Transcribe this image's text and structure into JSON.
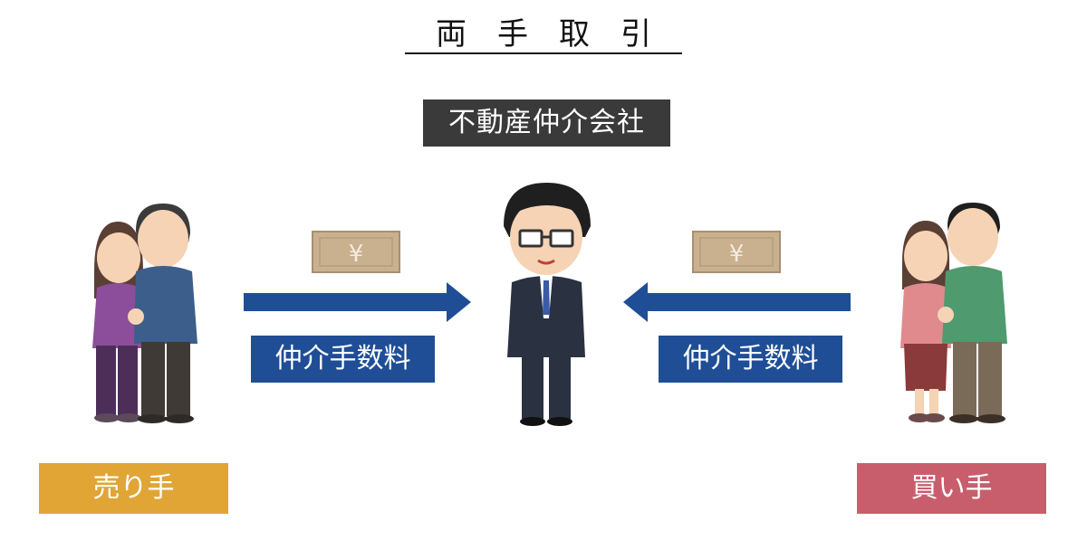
{
  "title": "両手取引",
  "company": "不動産仲介会社",
  "fee_left": "仲介手数料",
  "fee_right": "仲介手数料",
  "seller_label": "売り手",
  "buyer_label": "買い手",
  "yen_left": "¥",
  "yen_right": "¥",
  "colors": {
    "company_bg": "#3a3a3a",
    "fee_bg": "#1f4e96",
    "seller_bg": "#e1a536",
    "buyer_bg": "#c85e6c",
    "arrow": "#1f4e96",
    "bill": "#c9b08f"
  }
}
